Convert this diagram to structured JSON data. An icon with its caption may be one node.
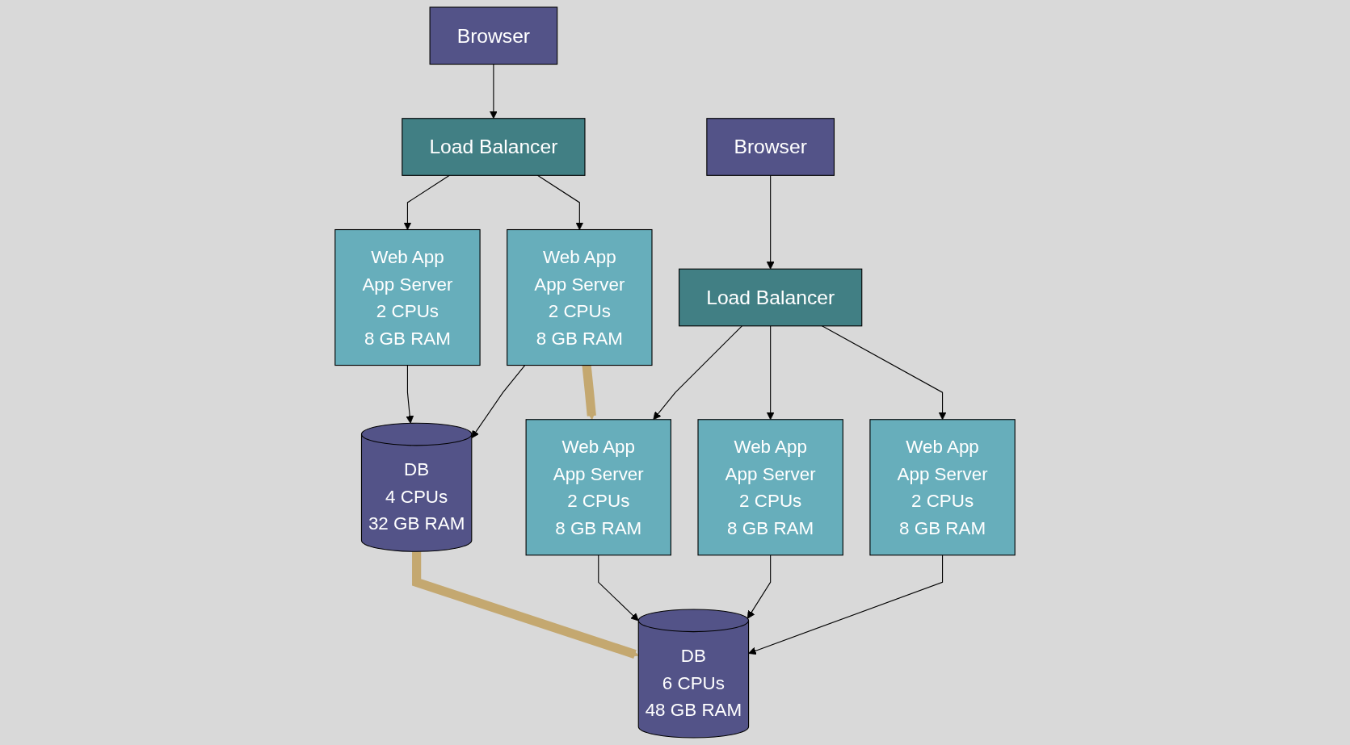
{
  "diagram": {
    "nodes": [
      {
        "text": [
          "Browser"
        ]
      },
      {
        "text": [
          "Load Balancer"
        ]
      },
      {
        "text": [
          "Web App",
          "App Server",
          "2 CPUs",
          "8 GB RAM"
        ]
      },
      {
        "text": [
          "Web App",
          "App Server",
          "2 CPUs",
          "8 GB RAM"
        ]
      },
      {
        "text": [
          "DB",
          "4 CPUs",
          "32 GB RAM"
        ]
      },
      {
        "text": [
          "Browser"
        ]
      },
      {
        "text": [
          "Load Balancer"
        ]
      },
      {
        "text": [
          "Web App",
          "App Server",
          "2 CPUs",
          "8 GB RAM"
        ]
      },
      {
        "text": [
          "Web App",
          "App Server",
          "2 CPUs",
          "8 GB RAM"
        ]
      },
      {
        "text": [
          "Web App",
          "App Server",
          "2 CPUs",
          "8 GB RAM"
        ]
      },
      {
        "text": [
          "DB",
          "6 CPUs",
          "48 GB RAM"
        ]
      }
    ],
    "edges": [
      {
        "from": 0,
        "to": 1,
        "arrow": "to"
      },
      {
        "from": 1,
        "to": 2,
        "arrow": "to"
      },
      {
        "from": 1,
        "to": 3,
        "arrow": "to"
      },
      {
        "from": 2,
        "to": 4,
        "arrow": "to"
      },
      {
        "from": 3,
        "to": 4,
        "arrow": "to"
      },
      {
        "from": 5,
        "to": 6,
        "arrow": "to"
      },
      {
        "from": 6,
        "to": 7,
        "arrow": "to"
      },
      {
        "from": 6,
        "to": 8,
        "arrow": "to"
      },
      {
        "from": 6,
        "to": 9,
        "arrow": "to"
      },
      {
        "from": 7,
        "to": 10,
        "arrow": "to"
      },
      {
        "from": 8,
        "to": 10,
        "arrow": "to"
      },
      {
        "from": 9,
        "to": 10,
        "arrow": "to"
      },
      {
        "from": 3,
        "to": 7,
        "arrow": "to",
        "style": "thick",
        "color": "#c4a870"
      },
      {
        "from": 4,
        "to": 10,
        "arrow": "to",
        "style": "thick",
        "color": "#c4a870"
      }
    ]
  }
}
